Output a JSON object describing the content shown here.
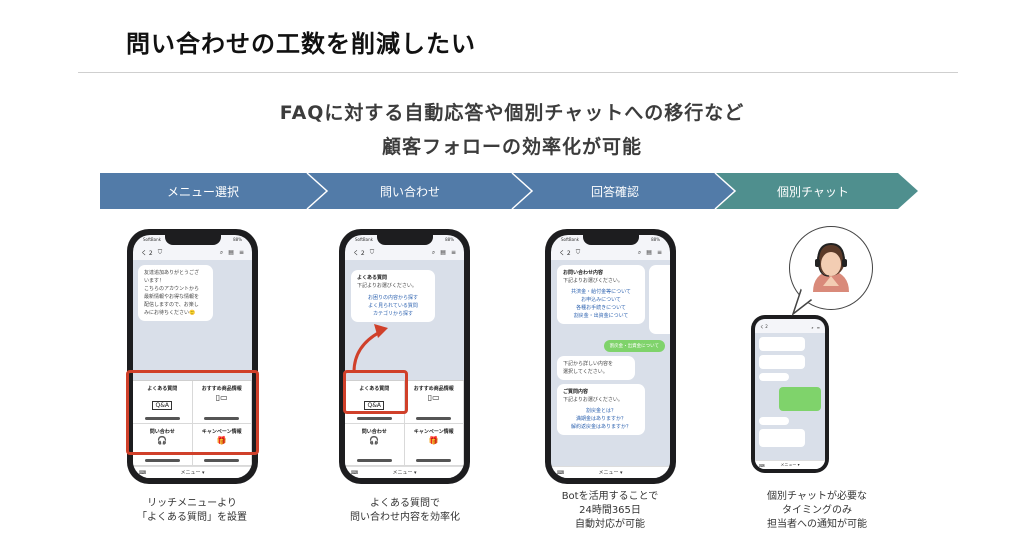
{
  "page": {
    "title": "問い合わせの工数を削減したい",
    "headline_line1": "FAQに対する自動応答や個別チャットへの移行など",
    "headline_line2": "顧客フォローの効率化が可能"
  },
  "colors": {
    "step_blue": "#527ba8",
    "step_teal": "#4f8f8e",
    "highlight_red": "#d0402a",
    "bot_green": "#7fd36b"
  },
  "steps": [
    {
      "label": "メニュー選択"
    },
    {
      "label": "問い合わせ"
    },
    {
      "label": "回答確認"
    },
    {
      "label": "個別チャット"
    }
  ],
  "phone_common": {
    "carrier": "SoftBank",
    "battery": "88%",
    "back_count": "く 2",
    "menu_label": "メニュー ▾",
    "keyboard_icon": "keyboard-icon"
  },
  "phone1": {
    "welcome_lines": [
      "友達追加ありがとうござ",
      "います！",
      "こちらのアカウントから",
      "最新情報やお得な情報を",
      "配信しますので、お楽し",
      "みにお待ちください🙂"
    ]
  },
  "rich_menu": [
    {
      "title": "よくある質問",
      "icon": "qa-icon",
      "glyph": "Q&A"
    },
    {
      "title": "おすすめ商品情報",
      "icon": "devices-icon",
      "glyph": "▯▭"
    },
    {
      "title": "問い合わせ",
      "icon": "headset-icon",
      "glyph": "🎧"
    },
    {
      "title": "キャンペーン情報",
      "icon": "gift-icon",
      "glyph": "🎁"
    }
  ],
  "phone2": {
    "faq_title": "よくある質問",
    "faq_prompt": "下記よりお選びください。",
    "faq_options": [
      "お困りの内容から探す",
      "よく見られている質問",
      "カテゴリから探す"
    ]
  },
  "phone3": {
    "inquiry_title": "お問い合わせ内容",
    "inquiry_prompt": "下記よりお選びください。",
    "inquiry_options": [
      "共済金・給付金等について",
      "お申込みについて",
      "各種お手続きについて",
      "割戻金・出資金について"
    ],
    "user_reply": "割戻金・出資金について",
    "detail_msg": [
      "下記から詳しい内容を",
      "選択してください。"
    ],
    "question_title": "ご質問内容",
    "question_prompt": "下記よりお選びください。",
    "question_options": [
      "割戻金とは？",
      "満期金はありますか？",
      "解約返戻金はありますか？"
    ]
  },
  "phone4": {
    "back_count": "く 2",
    "menu_label": "メニュー ▾"
  },
  "captions": [
    [
      "リッチメニューより",
      "「よくある質問」を設置"
    ],
    [
      "よくある質問で",
      "問い合わせ内容を効率化"
    ],
    [
      "Botを活用することで",
      "24時間365日",
      "自動対応が可能"
    ],
    [
      "個別チャットが必要な",
      "タイミングのみ",
      "担当者への通知が可能"
    ]
  ]
}
